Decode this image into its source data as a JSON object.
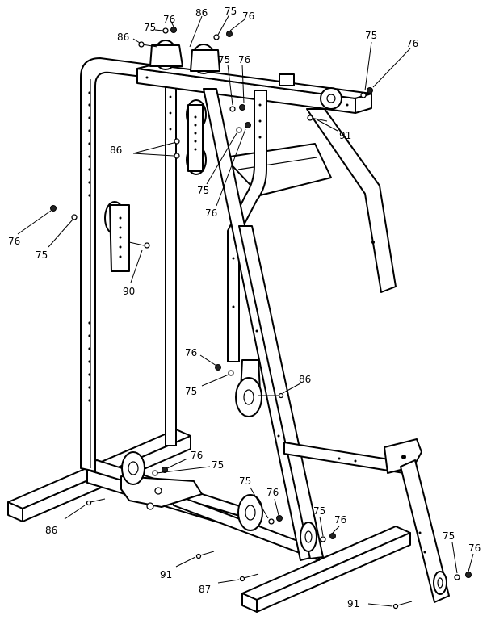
{
  "labels": [
    {
      "id": "a1",
      "text": "75"
    },
    {
      "id": "a2",
      "text": "76"
    },
    {
      "id": "a3",
      "text": "86"
    },
    {
      "id": "a4",
      "text": "75"
    },
    {
      "id": "a5",
      "text": "76"
    },
    {
      "id": "a6",
      "text": "86"
    },
    {
      "id": "a7",
      "text": "75"
    },
    {
      "id": "a8",
      "text": "76"
    },
    {
      "id": "a9",
      "text": "75"
    },
    {
      "id": "a10",
      "text": "76"
    },
    {
      "id": "a11",
      "text": "91"
    },
    {
      "id": "a12",
      "text": "86"
    },
    {
      "id": "a13",
      "text": "75"
    },
    {
      "id": "a14",
      "text": "76"
    },
    {
      "id": "a15",
      "text": "76"
    },
    {
      "id": "a16",
      "text": "75"
    },
    {
      "id": "a17",
      "text": "90"
    },
    {
      "id": "a18",
      "text": "76"
    },
    {
      "id": "a19",
      "text": "75"
    },
    {
      "id": "a20",
      "text": "86"
    },
    {
      "id": "a21",
      "text": "76"
    },
    {
      "id": "a22",
      "text": "75"
    },
    {
      "id": "a23",
      "text": "86"
    },
    {
      "id": "a24",
      "text": "75"
    },
    {
      "id": "a25",
      "text": "76"
    },
    {
      "id": "a26",
      "text": "75"
    },
    {
      "id": "a27",
      "text": "76"
    },
    {
      "id": "a28",
      "text": "91"
    },
    {
      "id": "a29",
      "text": "87"
    },
    {
      "id": "a30",
      "text": "75"
    },
    {
      "id": "a31",
      "text": "76"
    },
    {
      "id": "a32",
      "text": "91"
    }
  ]
}
